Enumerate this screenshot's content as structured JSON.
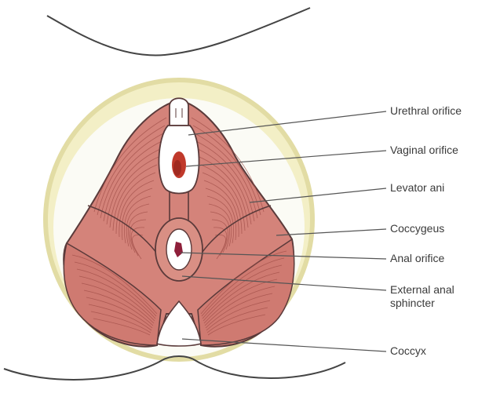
{
  "labels": [
    {
      "id": "urethral",
      "text": "Urethral orifice"
    },
    {
      "id": "vaginal",
      "text": "Vaginal orifice"
    },
    {
      "id": "levator",
      "text": "Levator ani"
    },
    {
      "id": "coccygeus",
      "text": "Coccygeus"
    },
    {
      "id": "anal",
      "text": "Anal orifice"
    },
    {
      "id": "sphincter",
      "text": "External anal sphincter"
    },
    {
      "id": "coccyx",
      "text": "Coccyx"
    }
  ],
  "colors": {
    "muscle": "#d4837a",
    "muscle_dark": "#b86a62",
    "fiber": "#9c4a45",
    "outline": "#5a3a3a",
    "fat": "#f3efc6",
    "fat_edge": "#e2dca4",
    "orifice_red": "#c0392b",
    "leader": "#555555"
  }
}
